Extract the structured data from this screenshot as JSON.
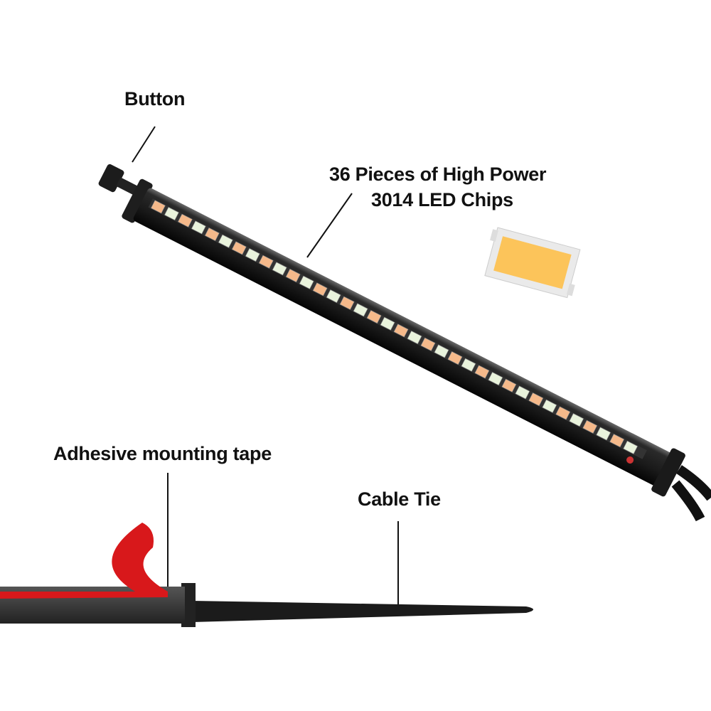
{
  "labels": {
    "button": "Button",
    "chips_line1": "36 Pieces of High Power",
    "chips_line2": "3014 LED Chips",
    "tape": "Adhesive mounting tape",
    "cable_tie": "Cable Tie"
  },
  "led": {
    "count": 36,
    "warm_color": "#f5b98a",
    "white_color": "#e9f3dc",
    "chip_color": "#fcc45a"
  }
}
